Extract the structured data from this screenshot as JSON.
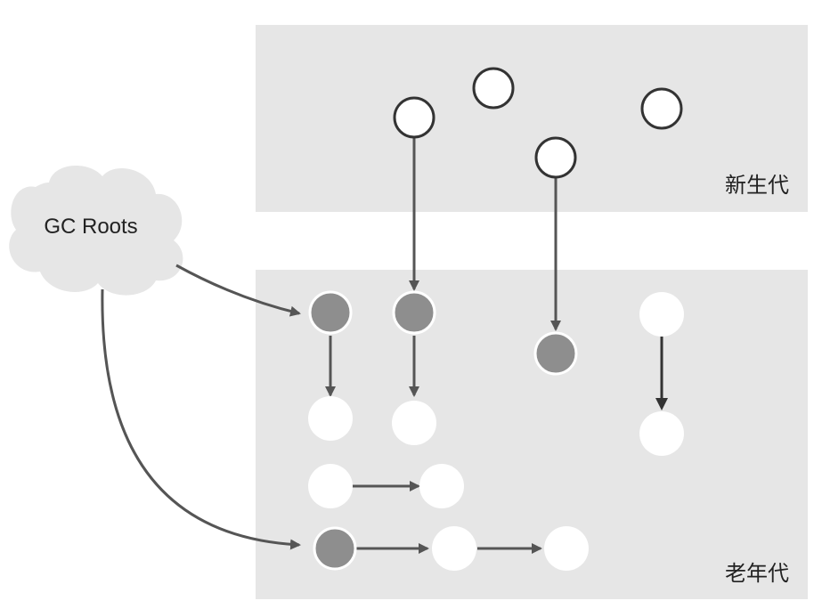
{
  "regions": {
    "young": {
      "label": "新生代"
    },
    "old": {
      "label": "老年代"
    }
  },
  "roots": {
    "label": "GC Roots"
  },
  "colors": {
    "region_fill": "#e6e6e6",
    "node_reachable": "#8e8e8e",
    "node_plain": "#ffffff",
    "node_stroke_dark": "#333333",
    "arrow": "#555555"
  }
}
